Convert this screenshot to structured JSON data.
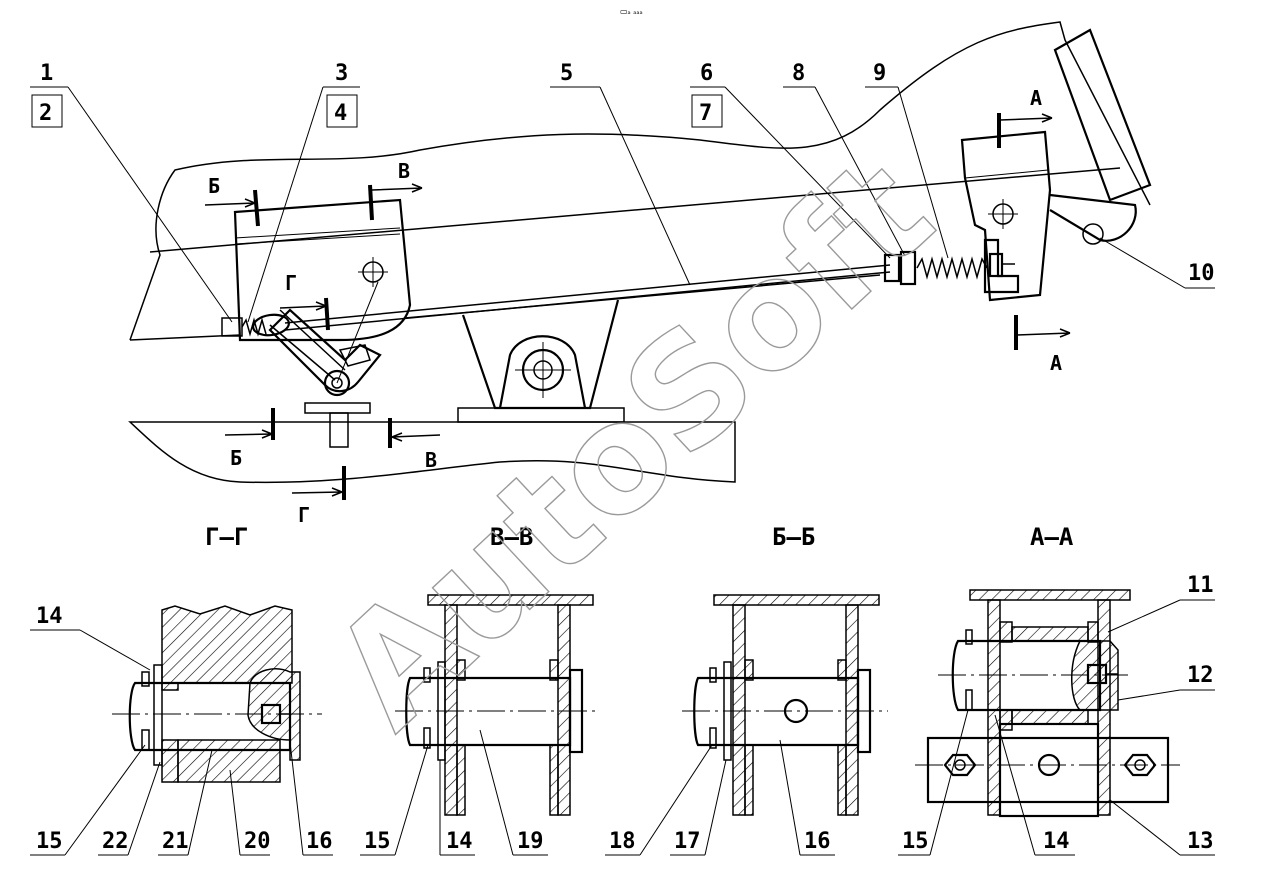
{
  "title_mark": "▭ₐ ₐₐₐ",
  "watermark": "AutoSoft",
  "callouts": {
    "n1": "1",
    "n2": "2",
    "n3": "3",
    "n4": "4",
    "n5": "5",
    "n6": "6",
    "n7": "7",
    "n8": "8",
    "n9": "9",
    "n10": "10",
    "n11": "11",
    "n12": "12",
    "n13": "13",
    "n14a": "14",
    "n14b": "14",
    "n14c": "14",
    "n15a": "15",
    "n15b": "15",
    "n15c": "15",
    "n16a": "16",
    "n16b": "16",
    "n17": "17",
    "n18": "18",
    "n19": "19",
    "n20": "20",
    "n21": "21",
    "n22": "22"
  },
  "cut_letters": {
    "A_top": "А",
    "A_bottom": "А",
    "B_top": "Б",
    "B_bottom": "Б",
    "V_top": "В",
    "V_bottom": "В",
    "G_top": "Г",
    "G_bottom": "Г"
  },
  "section_titles": {
    "g": "Г–Г",
    "v": "В–В",
    "b": "Б–Б",
    "a": "А–А"
  }
}
